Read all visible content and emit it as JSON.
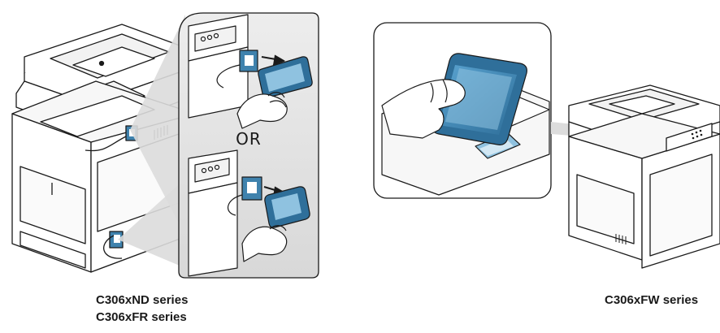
{
  "left_group": {
    "inset_divider_text": "OR",
    "captions": [
      "C306xND series",
      "C306xFR series"
    ]
  },
  "right_group": {
    "captions": [
      "C306xFW series"
    ]
  },
  "colors": {
    "outline": "#1a1a1a",
    "panel_gray": "#d9d9d9",
    "inset_fill": "#e2e2e2",
    "nfc_blue": "#3f82ad",
    "phone_blue": "#8fc2e0"
  }
}
